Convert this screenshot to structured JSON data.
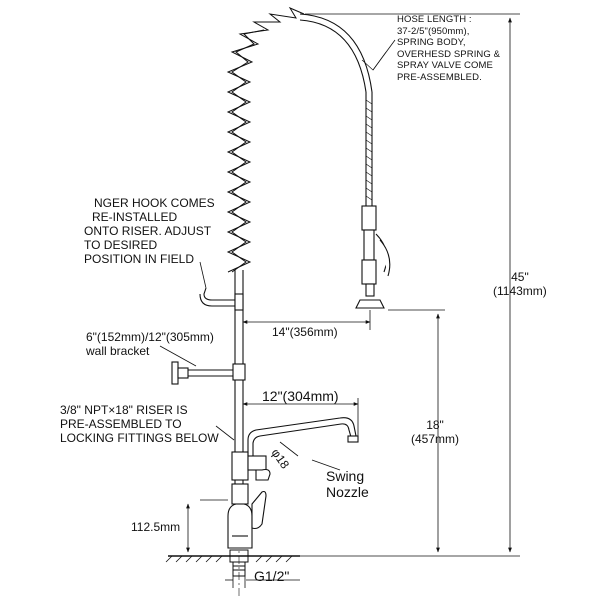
{
  "labels": {
    "hose_length": [
      "HOSE LENGTH :",
      "37-2/5\"(950mm),",
      "SPRING BODY,",
      "OVERHESD SPRING &",
      "SPRAY VALVE COME",
      "PRE-ASSEMBLED."
    ],
    "hanger_hook": [
      "NGER HOOK COMES",
      "RE-INSTALLED",
      "ONTO RISER. ADJUST",
      "TO DESIRED",
      "POSITION IN FIELD"
    ],
    "wall_bracket": [
      "6\"(152mm)/12\"(305mm)",
      "wall bracket"
    ],
    "riser": [
      "3/8\" NPT×18\" RISER IS",
      "PRE-ASSEMBLED TO",
      "LOCKING FITTINGS BELOW"
    ],
    "swing_nozzle": [
      "Swing",
      "Nozzle"
    ]
  },
  "dimensions": {
    "overall_height": [
      "45\"",
      "(1143mm)"
    ],
    "spray_reach": "14\"(356mm)",
    "spout_reach": "12\"(304mm)",
    "spout_height": [
      "18\"",
      "(457mm)"
    ],
    "spout_diameter": "φ18",
    "base_height": "112.5mm",
    "inlet_thread": "G1/2\""
  },
  "colors": {
    "line": "#111111",
    "background": "#ffffff"
  }
}
